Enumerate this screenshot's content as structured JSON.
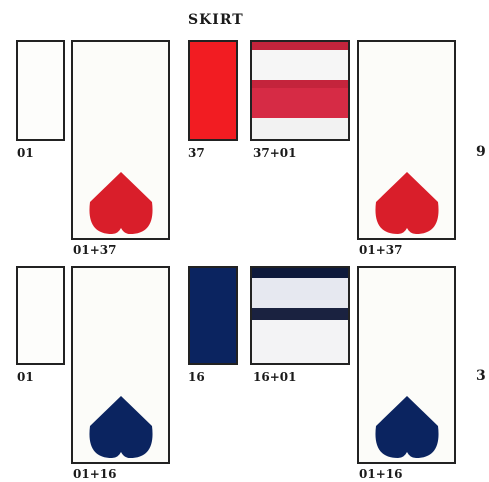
{
  "title": "SKIRT",
  "colors": {
    "red": "#d91e2a",
    "navy": "#0b2460",
    "white": "#f8f8f8",
    "frame": "#222222"
  },
  "rows": [
    {
      "labels": {
        "small": "01",
        "tall_left": "01+37",
        "swatch": "37",
        "stripes": "37+01",
        "tall_right": "01+37",
        "count": "9"
      },
      "accent": "red"
    },
    {
      "labels": {
        "small": "01",
        "tall_left": "01+16",
        "swatch": "16",
        "stripes": "16+01",
        "tall_right": "01+16",
        "count": "3"
      },
      "accent": "navy"
    }
  ]
}
